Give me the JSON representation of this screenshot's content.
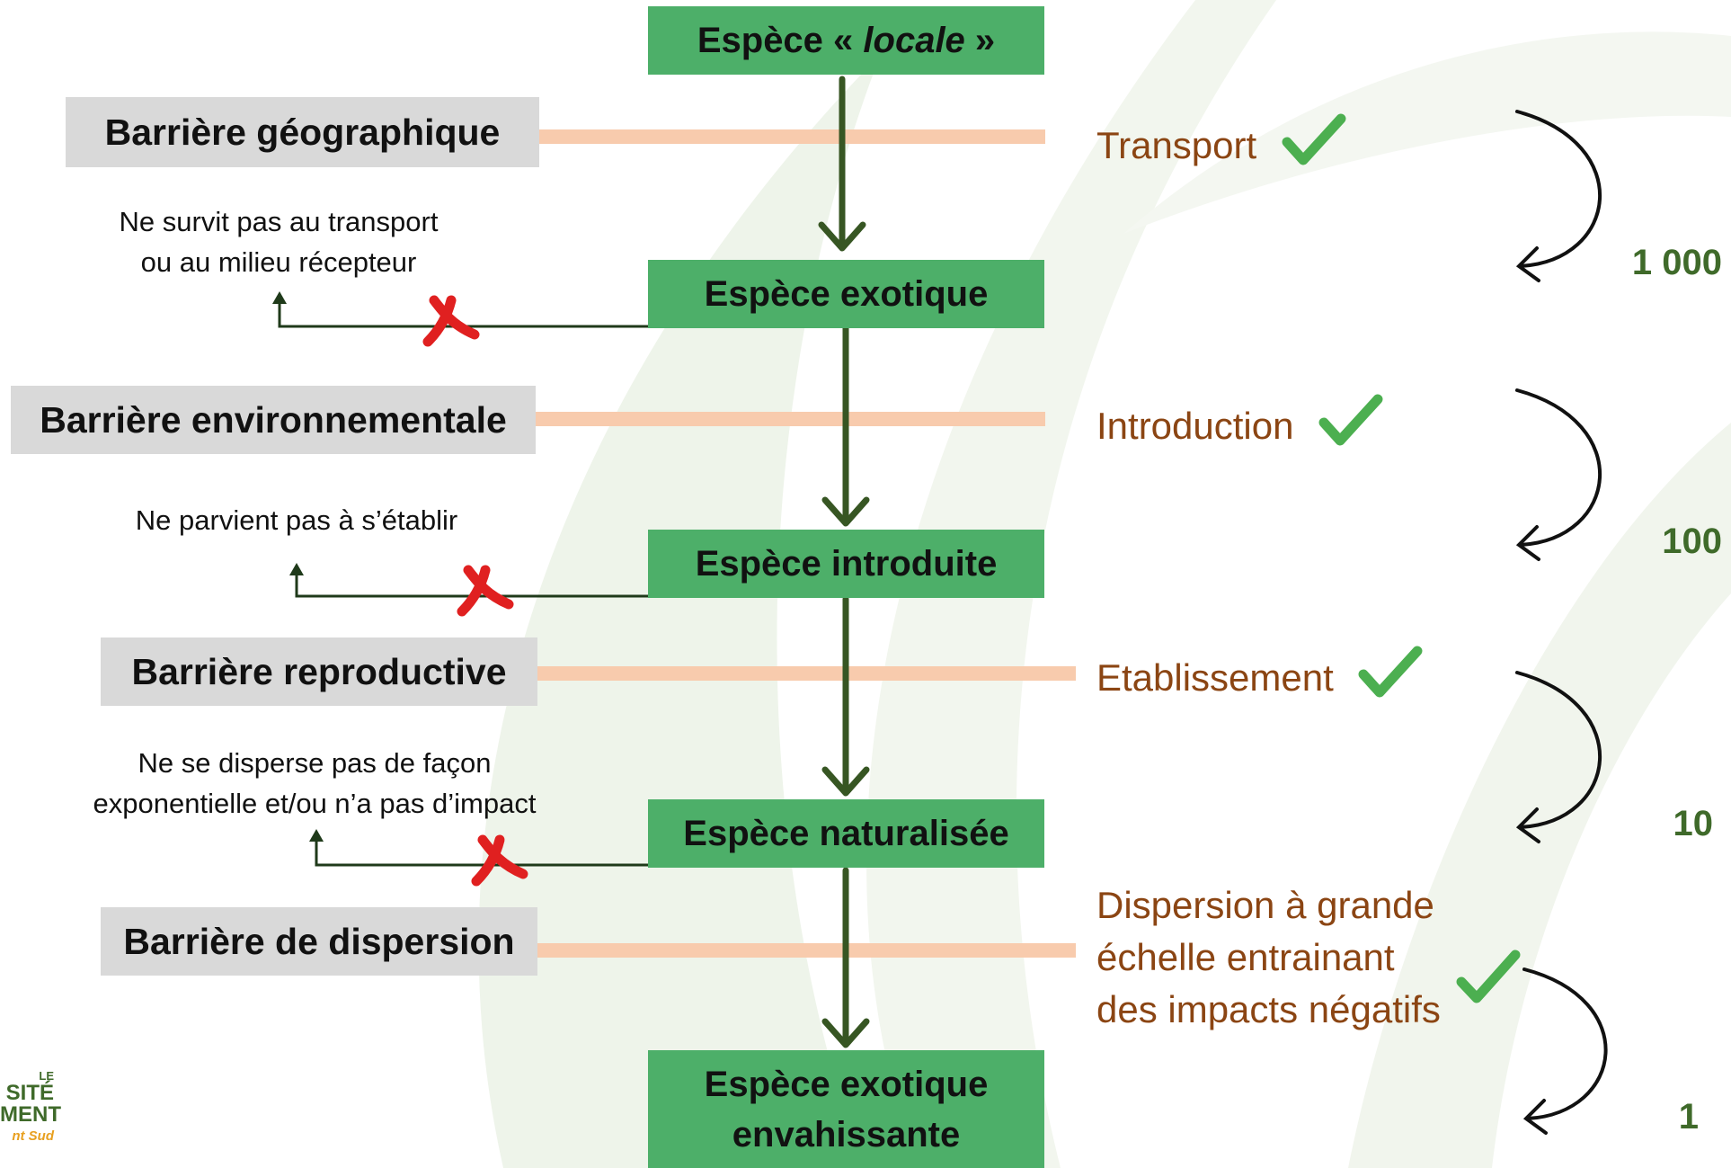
{
  "stages": [
    {
      "pre": "Espèce « ",
      "em": "locale",
      "post": " »"
    },
    {
      "text": "Espèce exotique"
    },
    {
      "text": "Espèce introduite"
    },
    {
      "text": "Espèce naturalisée"
    },
    {
      "text": "Espèce exotique envahissante"
    }
  ],
  "barriers": [
    "Barrière géographique",
    "Barrière environnementale",
    "Barrière reproductive",
    "Barrière de dispersion"
  ],
  "failures": [
    {
      "line1": "Ne survit pas au transport",
      "line2": "ou au milieu récepteur"
    },
    {
      "line1": "Ne parvient pas à s’établir",
      "line2": ""
    },
    {
      "line1": "Ne se disperse pas de façon",
      "line2": "exponentielle et/ou n’a pas d’impact"
    }
  ],
  "steps": [
    "Transport",
    "Introduction",
    "Etablissement",
    "Dispersion à grande",
    "échelle entrainant",
    "des impacts négatifs"
  ],
  "counts": [
    "1 000",
    "100",
    "10",
    "1"
  ],
  "logo": {
    "l0": "LE",
    "l1": "SITÉ",
    "l2": "MENT",
    "l3": "nt Sud"
  },
  "colors": {
    "stage_fill": "#4daf69",
    "barrier_fill": "#d9d9d9",
    "barrier_line": "#f8cbad",
    "flow_arrow": "#375623",
    "step_text": "#8b4513",
    "count_text": "#3f6a2a",
    "check": "#4caf50",
    "cross": "#e02020"
  }
}
